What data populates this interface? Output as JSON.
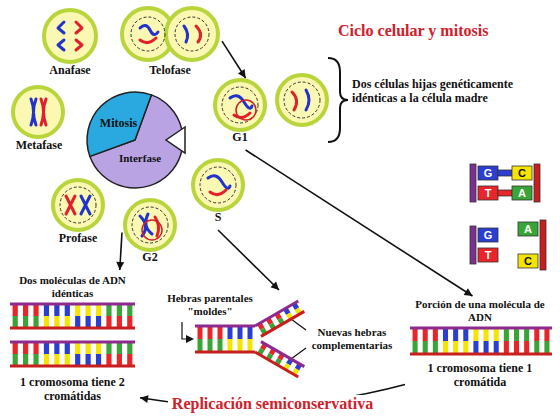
{
  "diagram": {
    "title": "Ciclo celular y mitosis",
    "nodes": [
      {
        "text": [
          "Anafase"
        ]
      },
      {
        "text": [
          "Telofase"
        ]
      },
      {
        "text": [
          "Metafase"
        ]
      },
      {
        "text": [
          "Mitosis",
          "Interfase"
        ]
      },
      {
        "text": [
          "Profase"
        ]
      },
      {
        "text": [
          "G2"
        ]
      },
      {
        "text": [
          "S"
        ]
      },
      {
        "text": [
          "G1"
        ]
      },
      {
        "text": [
          "Dos moléculas de ADN idénticas",
          "1 cromosoma tiene 2 cromátidas"
        ]
      },
      {
        "text": [
          "Hebras parentales \"moldes\"",
          "Nuevas hebras complementarias"
        ]
      },
      {
        "text": [
          "Porción de una molécula de ADN",
          "1 cromosoma tiene 1 cromátida"
        ]
      }
    ],
    "edges": [
      {
        "from": 1,
        "to": 7,
        "arrow": "to"
      },
      {
        "from": 5,
        "to": 8,
        "arrow": "to"
      },
      {
        "from": 6,
        "to": 9,
        "arrow": "to"
      },
      {
        "from": 7,
        "to": 10,
        "arrow": "to"
      },
      {
        "from": 10,
        "to": 8,
        "label": "Replicación semiconservativa",
        "arrow": "to"
      }
    ],
    "labels": [
      "Dos células hijas genéticamente idénticas a la célula madre",
      "G",
      "C",
      "T",
      "A",
      "G",
      "A",
      "T",
      "C"
    ]
  }
}
